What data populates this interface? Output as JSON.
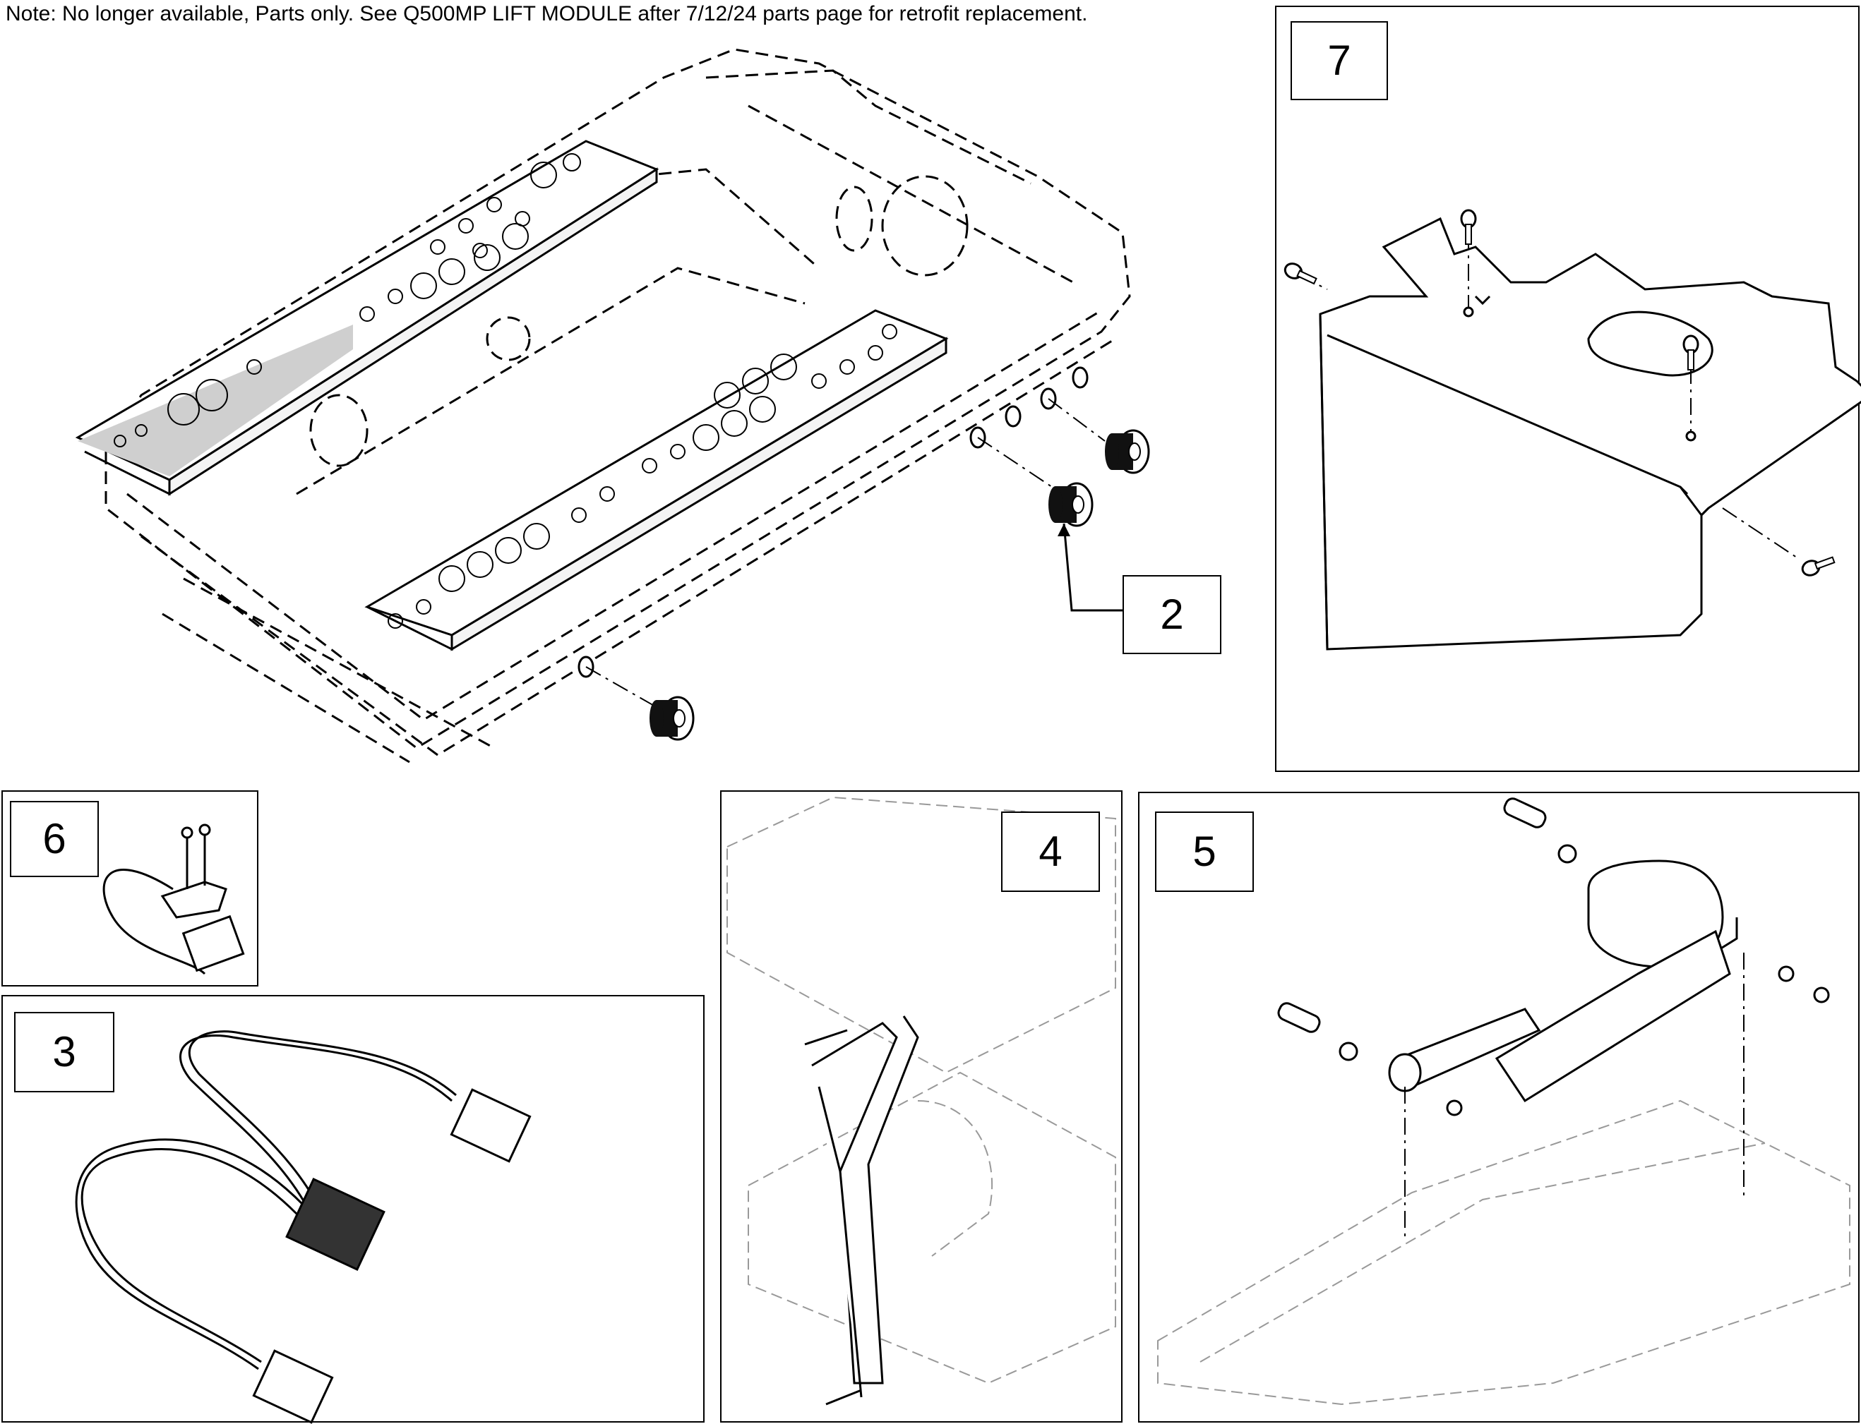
{
  "note": "Note: No longer available, Parts only. See Q500MP LIFT MODULE after 7/12/24 parts page for retrofit replacement.",
  "callouts": {
    "c2": "2",
    "c3": "3",
    "c4": "4",
    "c5": "5",
    "c6": "6",
    "c7": "7"
  },
  "colors": {
    "line": "#000000",
    "phantom": "#999999",
    "highlight": "#d0d0d0",
    "dark": "#222222"
  }
}
